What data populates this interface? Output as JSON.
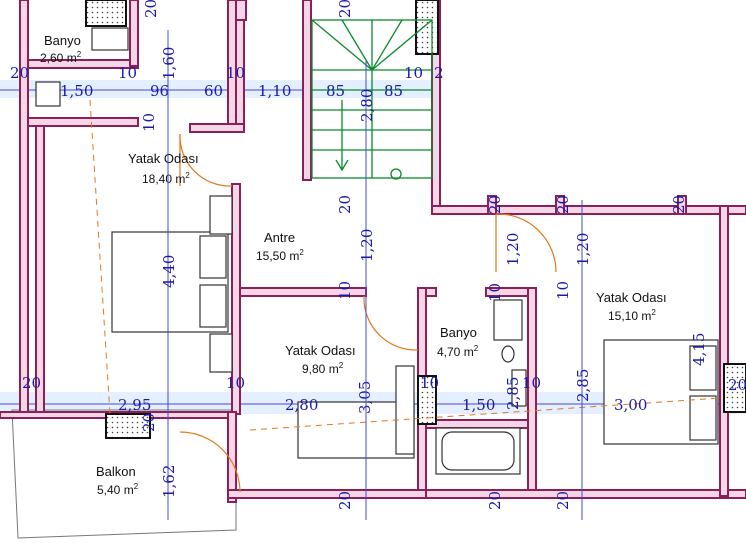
{
  "rooms": {
    "banyo_top": {
      "name": "Banyo",
      "area": "2,60",
      "unit": "m",
      "sup": "2"
    },
    "yatak1": {
      "name": "Yatak Odası",
      "area": "18,40",
      "unit": "m",
      "sup": "2"
    },
    "antre": {
      "name": "Antre",
      "area": "15,50",
      "unit": "m",
      "sup": "2"
    },
    "yatak2": {
      "name": "Yatak Odası",
      "area": "9,80",
      "unit": "m",
      "sup": "2"
    },
    "banyo_mid": {
      "name": "Banyo",
      "area": "4,70",
      "unit": "m",
      "sup": "2"
    },
    "yatak3": {
      "name": "Yatak Odası",
      "area": "15,10",
      "unit": "m",
      "sup": "2"
    },
    "balkon": {
      "name": "Balkon",
      "area": "5,40",
      "unit": "m",
      "sup": "2"
    }
  },
  "dims": {
    "h_top": [
      "20",
      "10",
      "1,50",
      "96",
      "60",
      "10",
      "1,10",
      "85",
      "85",
      "10",
      "2"
    ],
    "h_bottom": [
      "20",
      "2,95",
      "10",
      "2,80",
      "3,05",
      "10",
      "1,50",
      "2,85",
      "10",
      "3,00",
      "20"
    ],
    "v_left": [
      "1,60",
      "10",
      "4,40",
      "20",
      "1,62"
    ],
    "v_center": [
      "20",
      "2,80",
      "20",
      "1,20",
      "10",
      "20"
    ],
    "v_right": [
      "20",
      "1,20",
      "10",
      "20",
      "1,20",
      "2,85",
      "20",
      "20",
      "4,15",
      "20",
      "20",
      "10"
    ]
  },
  "colors": {
    "wall": "#8a1f5a",
    "dimension": "#1a1aa8",
    "door": "#e07a1c",
    "stair": "#0a8a2a"
  }
}
